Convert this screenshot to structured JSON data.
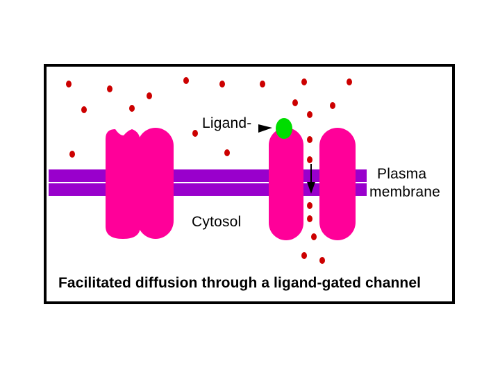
{
  "labels": {
    "ligand": "Ligand-",
    "plasma": "Plasma",
    "membrane": "membrane",
    "cytosol": "Cytosol",
    "caption": "Facilitated diffusion through a ligand-gated channel"
  },
  "colors": {
    "membrane": "#9900cc",
    "membrane_line": "#ffffff",
    "protein": "#ff0099",
    "solute": "#cc0000",
    "ligand": "#00dd00",
    "border": "#000000",
    "background": "#ffffff"
  }
}
